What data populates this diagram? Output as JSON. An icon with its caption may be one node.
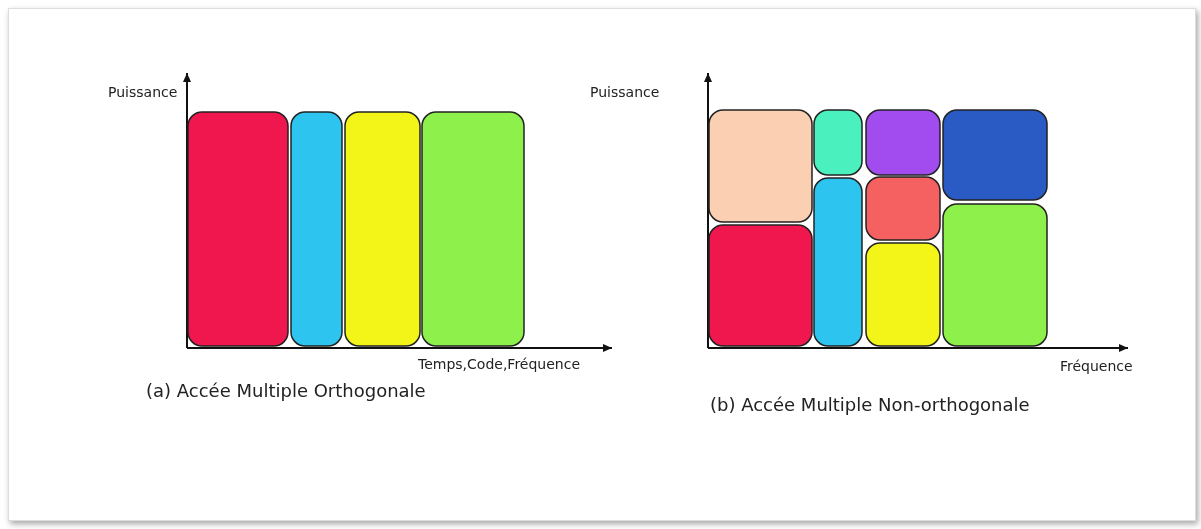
{
  "diagram": {
    "labels": [
      "Puissance",
      "Temps,Code,Fréquence",
      "(a) Accée Multiple Orthogonale",
      "Puissance",
      "Fréquence",
      "(b) Accée Multiple Non-orthogonale"
    ]
  }
}
